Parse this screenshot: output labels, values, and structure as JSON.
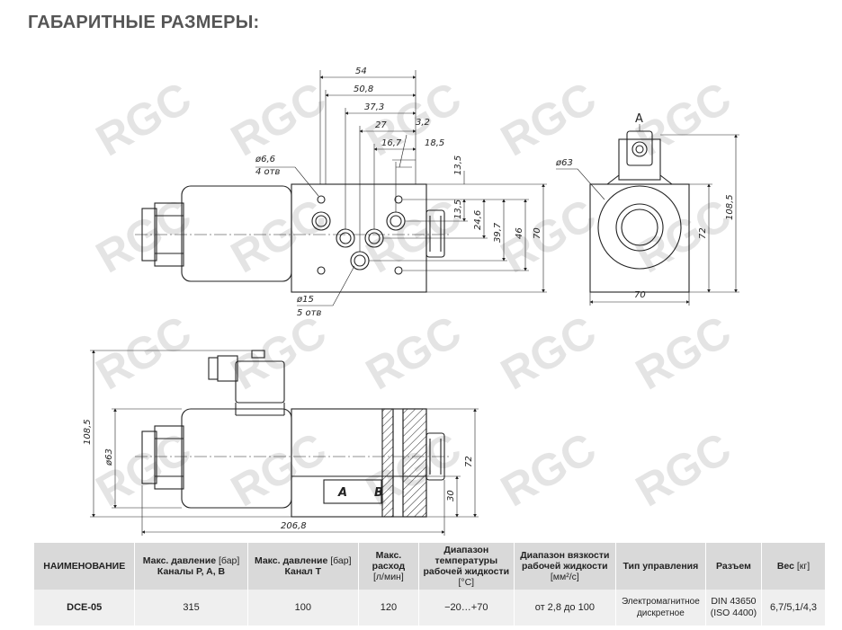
{
  "page": {
    "title": "ГАБАРИТНЫЕ РАЗМЕРЫ:"
  },
  "drawing": {
    "watermark": "RGC",
    "view_label": "A",
    "top_dims": [
      "54",
      "50,8",
      "37,3",
      "27",
      "16,7",
      "3,2",
      "18,5"
    ],
    "vertical_dims_right": [
      "13,5",
      "13,5",
      "24,6",
      "39,7",
      "46",
      "70"
    ],
    "hole_note": [
      "ø6,6",
      "4 отв"
    ],
    "port_note": [
      "ø15",
      "5 отв"
    ],
    "side_view": {
      "diameter": "ø63",
      "height": "108,5",
      "h72": "72",
      "width": "70"
    },
    "bottom_view": {
      "height": "108,5",
      "diameter": "ø63",
      "h72": "72",
      "h30": "30",
      "length": "206,8",
      "port_a": "A",
      "port_b": "B"
    }
  },
  "table": {
    "headers": [
      {
        "label": "НАИМЕНОВАНИЕ"
      },
      {
        "label": "Макс. давление",
        "unit": "[бар]",
        "sub": "Каналы P, A, B"
      },
      {
        "label": "Макс. давление",
        "unit": "[бар]",
        "sub": "Канал T"
      },
      {
        "label": "Макс. расход",
        "unit": "[л/мин]"
      },
      {
        "label": "Диапазон температуры рабочей жидкости",
        "unit": "[°C]"
      },
      {
        "label": "Диапазон вязкости рабочей жидкости",
        "unit": "[мм²/с]"
      },
      {
        "label": "Тип управления"
      },
      {
        "label": "Разъем"
      },
      {
        "label": "Вес",
        "unit": "[кг]"
      }
    ],
    "rows": [
      {
        "name": "DCE-05",
        "p_max_pab": "315",
        "p_max_t": "100",
        "flow": "120",
        "temp": "−20…+70",
        "viscosity": "от 2,8 до 100",
        "control": "Электромагнитное дискретное",
        "connector": "DIN 43650 (ISO 4400)",
        "weight": "6,7/5,1/4,3"
      }
    ]
  }
}
